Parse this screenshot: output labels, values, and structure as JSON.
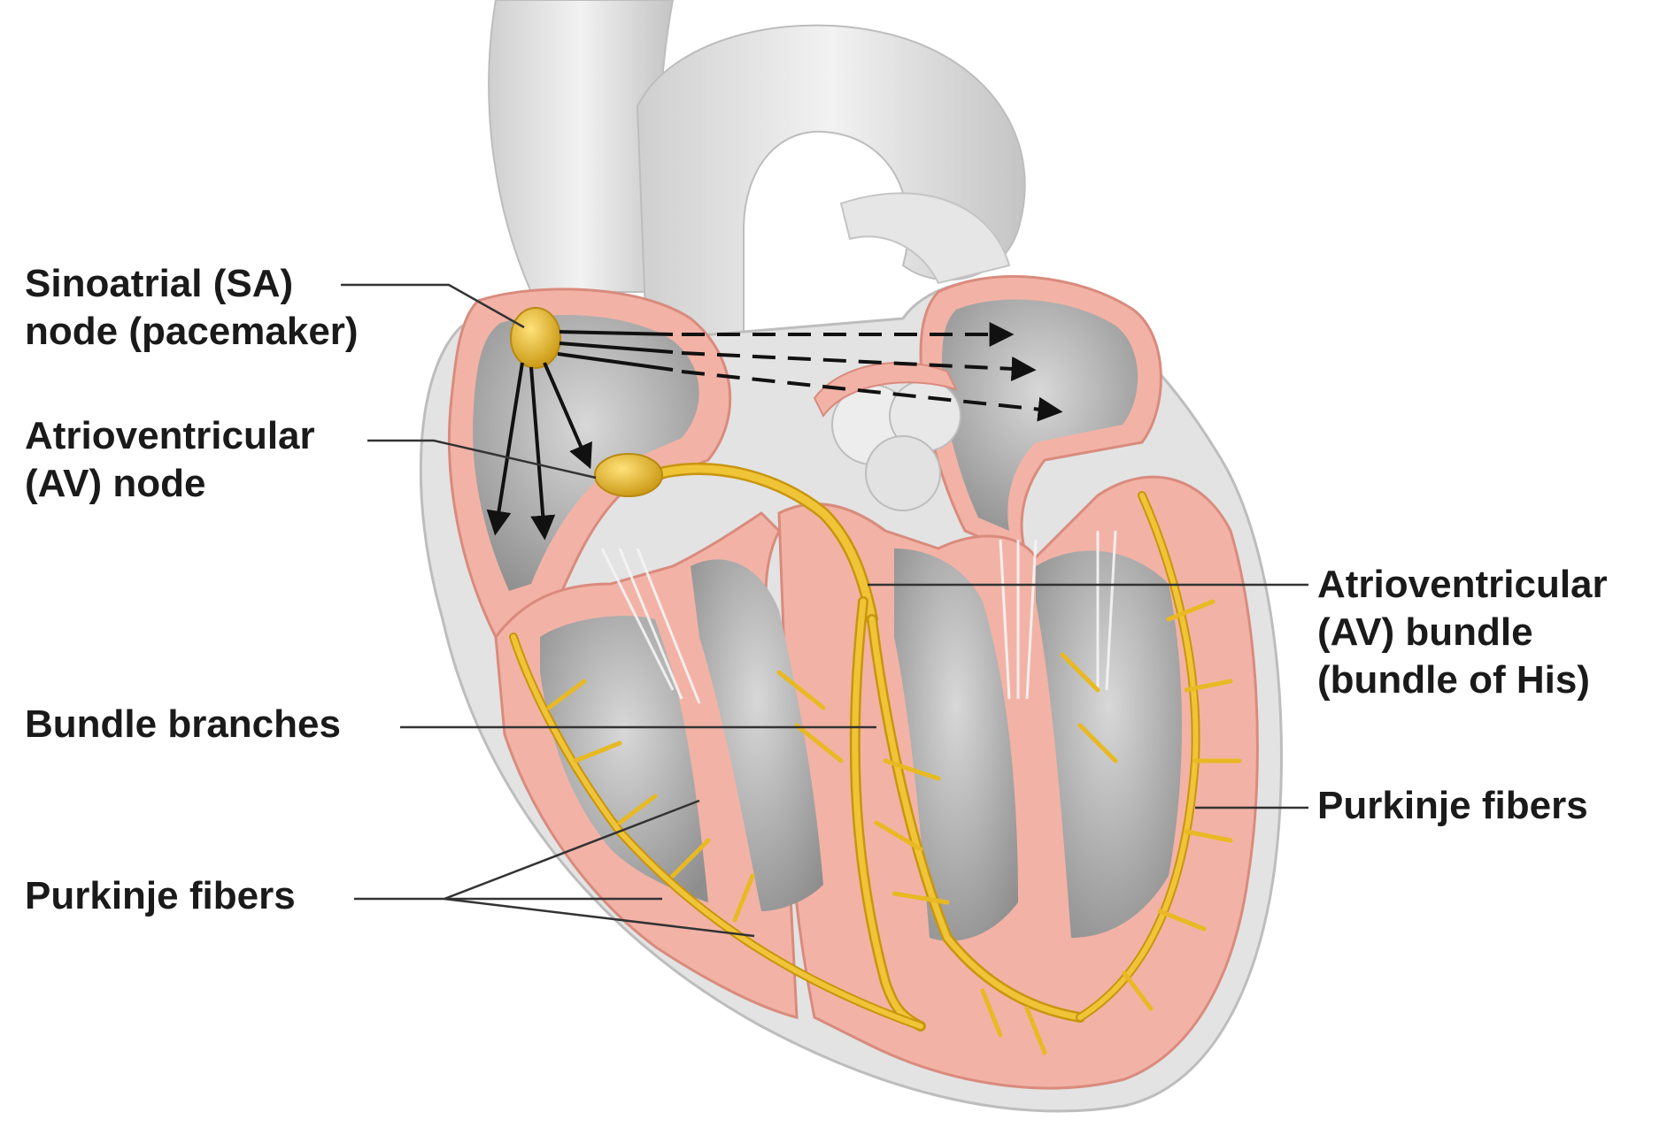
{
  "labels": {
    "sa_node": [
      "Sinoatrial (SA)",
      "node (pacemaker)"
    ],
    "av_node": [
      "Atrioventricular",
      "(AV) node"
    ],
    "av_bundle": [
      "Atrioventricular",
      "(AV) bundle",
      "(bundle of His)"
    ],
    "bundle_branches": [
      "Bundle branches"
    ],
    "purkinje_right": [
      "Purkinje fibers"
    ],
    "purkinje_left": [
      "Purkinje fibers"
    ]
  },
  "colors": {
    "background": "#ffffff",
    "vessel_gray": "#d9d9d9",
    "chamber_gray": "#bdbdbd",
    "myocardium_pink": "#f2b3a6",
    "myocardium_edge": "#d98b7d",
    "conduction_yellow": "#e8b923",
    "conduction_dark": "#b88a12",
    "label_text": "#1a1a1a",
    "leader_line": "#333333"
  }
}
